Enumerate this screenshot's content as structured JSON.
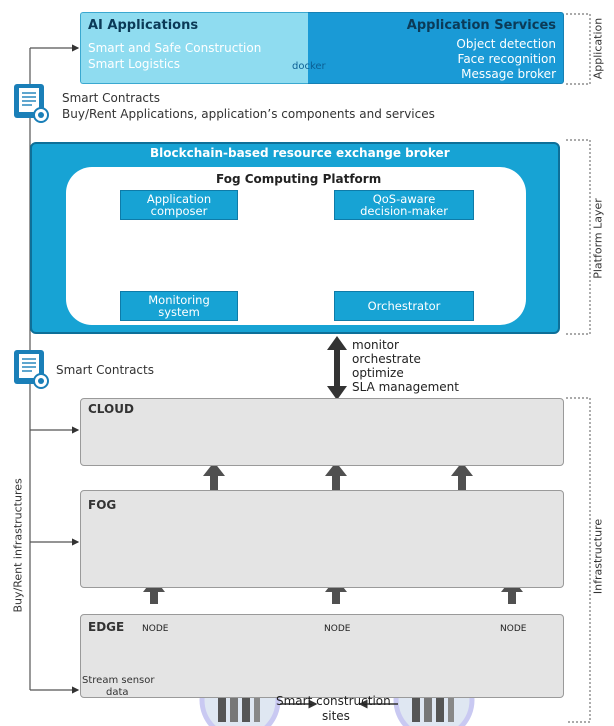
{
  "application": {
    "ai_title": "AI Applications",
    "ai_items": [
      "Smart and Safe Construction",
      "Smart Logistics"
    ],
    "docker_label": "docker",
    "services_title": "Application Services",
    "services_items": [
      "Object detection",
      "Face recognition",
      "Message broker"
    ],
    "side_label": "Application"
  },
  "contracts_top": {
    "line1": "Smart Contracts",
    "line2": "Buy/Rent Applications, application’s components and services"
  },
  "platform": {
    "title": "Blockchain-based resource exchange broker",
    "fcp_title": "Fog Computing Platform",
    "boxes": {
      "composer": [
        "Application",
        "composer"
      ],
      "qos": [
        "QoS-aware",
        "decision-maker"
      ],
      "monitoring": [
        "Monitoring",
        "system"
      ],
      "orchestrator": [
        "Orchestrator"
      ]
    },
    "side_label": "Platform Layer"
  },
  "contracts_mid": {
    "label": "Smart Contracts"
  },
  "management": {
    "lines": [
      "monitor",
      "orchestrate",
      "optimize",
      "SLA management"
    ]
  },
  "buy_rent": {
    "label": "Buy/Rent infrastructures"
  },
  "layers": {
    "cloud": "CLOUD",
    "fog": "FOG",
    "edge": "EDGE",
    "side_label": "Infrastructure"
  },
  "edge": {
    "node_label": "NODE",
    "stream_label": [
      "Stream sensor",
      "data"
    ],
    "sites_label": [
      "Smart construction",
      "sites"
    ]
  },
  "colors": {
    "accent": "#17a3d4",
    "light_accent": "#8fdcf0",
    "cloud": "#c9c9f2",
    "arrow": "#505050"
  }
}
